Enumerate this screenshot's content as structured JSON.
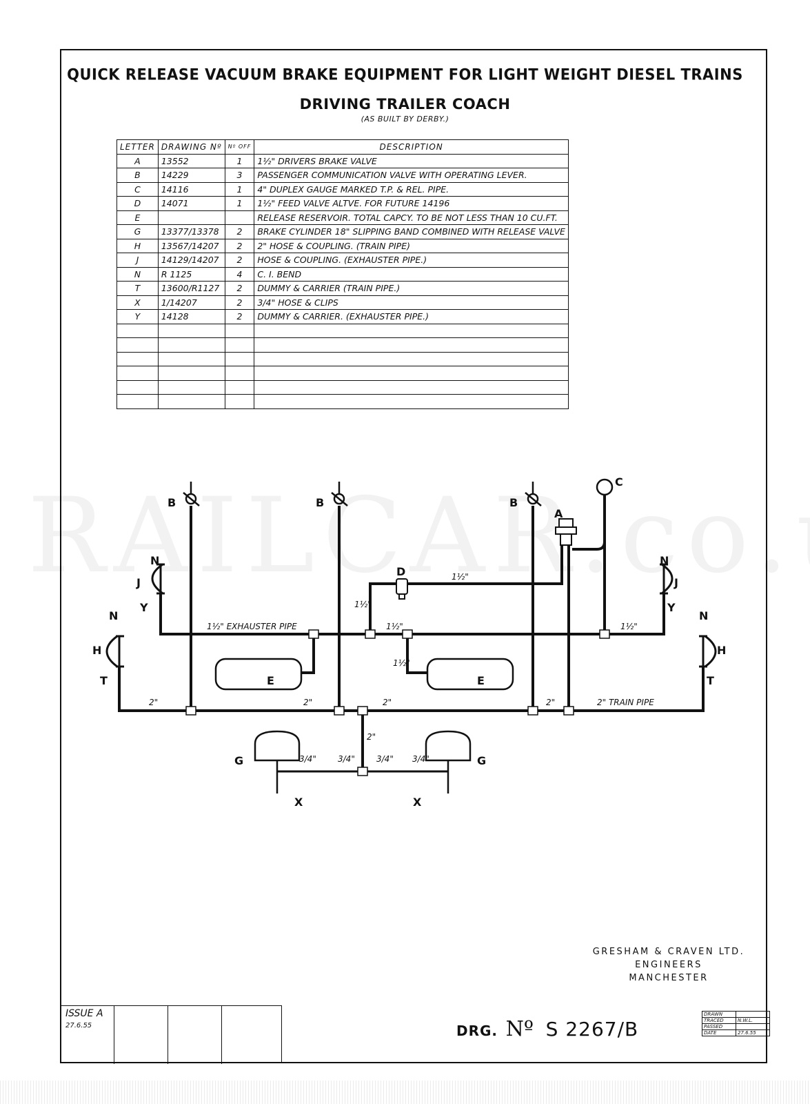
{
  "title": {
    "line1": "QUICK RELEASE VACUUM BRAKE  EQUIPMENT FOR LIGHT WEIGHT DIESEL TRAINS",
    "line2": "DRIVING TRAILER COACH",
    "line3": "(AS BUILT BY DERBY.)"
  },
  "schedule": {
    "headers": [
      "LETTER",
      "DRAWING Nº",
      "Nº OFF",
      "DESCRIPTION"
    ],
    "rows": [
      {
        "letter": "A",
        "drawing": "13552",
        "off": "1",
        "description": "1½\" DRIVERS BRAKE VALVE"
      },
      {
        "letter": "B",
        "drawing": "14229",
        "off": "3",
        "description": "PASSENGER COMMUNICATION VALVE WITH OPERATING LEVER."
      },
      {
        "letter": "C",
        "drawing": "14116",
        "off": "1",
        "description": "4\" DUPLEX GAUGE MARKED T.P. & REL. PIPE."
      },
      {
        "letter": "D",
        "drawing": "14071",
        "off": "1",
        "description": "1½\" FEED VALVE    ALTVE. FOR FUTURE 14196"
      },
      {
        "letter": "E",
        "drawing": "",
        "off": "",
        "description": "RELEASE RESERVOIR. TOTAL CAPCY. TO BE NOT LESS THAN 10 CU.FT."
      },
      {
        "letter": "G",
        "drawing": "13377/13378",
        "off": "2",
        "description": "BRAKE CYLINDER 18\" SLIPPING BAND COMBINED WITH RELEASE VALVE"
      },
      {
        "letter": "H",
        "drawing": "13567/14207",
        "off": "2",
        "description": "2\" HOSE & COUPLING. (TRAIN PIPE)"
      },
      {
        "letter": "J",
        "drawing": "14129/14207",
        "off": "2",
        "description": "HOSE & COUPLING.    (EXHAUSTER PIPE.)"
      },
      {
        "letter": "N",
        "drawing": "R 1125",
        "off": "4",
        "description": "C. I. BEND"
      },
      {
        "letter": "T",
        "drawing": "13600/R1127",
        "off": "2",
        "description": "DUMMY & CARRIER    (TRAIN PIPE.)"
      },
      {
        "letter": "X",
        "drawing": "1/14207",
        "off": "2",
        "description": "3/4\" HOSE & CLIPS"
      },
      {
        "letter": "Y",
        "drawing": "14128",
        "off": "2",
        "description": "DUMMY & CARRIER.  (EXHAUSTER PIPE.)"
      },
      {
        "letter": "",
        "drawing": "",
        "off": "",
        "description": ""
      },
      {
        "letter": "",
        "drawing": "",
        "off": "",
        "description": ""
      },
      {
        "letter": "",
        "drawing": "",
        "off": "",
        "description": ""
      },
      {
        "letter": "",
        "drawing": "",
        "off": "",
        "description": ""
      },
      {
        "letter": "",
        "drawing": "",
        "off": "",
        "description": ""
      },
      {
        "letter": "",
        "drawing": "",
        "off": "",
        "description": ""
      }
    ]
  },
  "diagram": {
    "labels": {
      "A": "A",
      "B": "B",
      "C": "C",
      "D": "D",
      "E": "E",
      "G": "G",
      "H": "H",
      "J": "J",
      "N": "N",
      "T": "T",
      "X": "X",
      "Y": "Y"
    },
    "sizes": {
      "one_half": "1½\"",
      "two": "2\"",
      "three_quarter": "3/4\"",
      "exhauster_pipe": "1½\" EXHAUSTER PIPE",
      "train_pipe": "2\" TRAIN PIPE"
    }
  },
  "watermark": "RAILCAR.co.uk",
  "company": {
    "line1": "GRESHAM & CRAVEN LTD.",
    "line2": "ENGINEERS",
    "line3": "MANCHESTER"
  },
  "issue": {
    "label": "ISSUE  A",
    "date": "27.6.55"
  },
  "drawing_number": {
    "prefix": "DRG.",
    "no": "Nº",
    "number": "S 2267/B"
  },
  "signoff": [
    {
      "role": "DRAWN",
      "value": ""
    },
    {
      "role": "TRACED",
      "value": "N.W.L."
    },
    {
      "role": "PASSED",
      "value": ""
    },
    {
      "role": "DATE",
      "value": "27.6.55"
    }
  ],
  "colors": {
    "ink": "#111111",
    "paper": "#ffffff"
  }
}
